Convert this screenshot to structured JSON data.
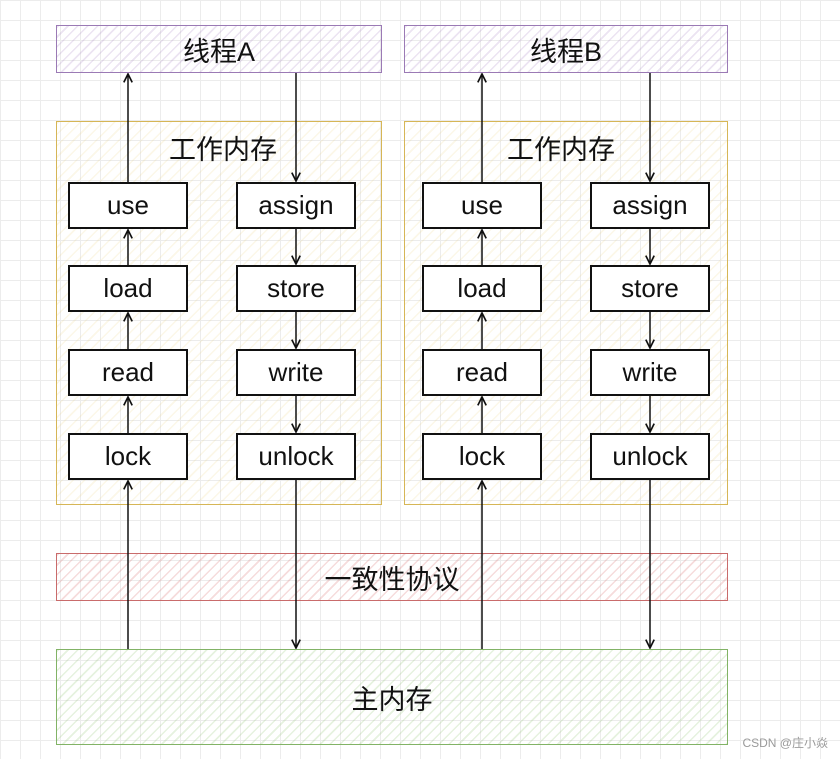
{
  "threads": [
    {
      "title": "线程A",
      "memory_title": "工作内存",
      "read_path": [
        "use",
        "load",
        "read",
        "lock"
      ],
      "write_path": [
        "assign",
        "store",
        "write",
        "unlock"
      ]
    },
    {
      "title": "线程B",
      "memory_title": "工作内存",
      "read_path": [
        "use",
        "load",
        "read",
        "lock"
      ],
      "write_path": [
        "assign",
        "store",
        "write",
        "unlock"
      ]
    }
  ],
  "protocol_label": "一致性协议",
  "main_memory_label": "主内存",
  "watermark": "CSDN @庄小焱",
  "colors": {
    "thread": "#9b7ab5",
    "working_memory": "#d6b656",
    "protocol": "#c96b6b",
    "main_memory": "#82b366"
  }
}
